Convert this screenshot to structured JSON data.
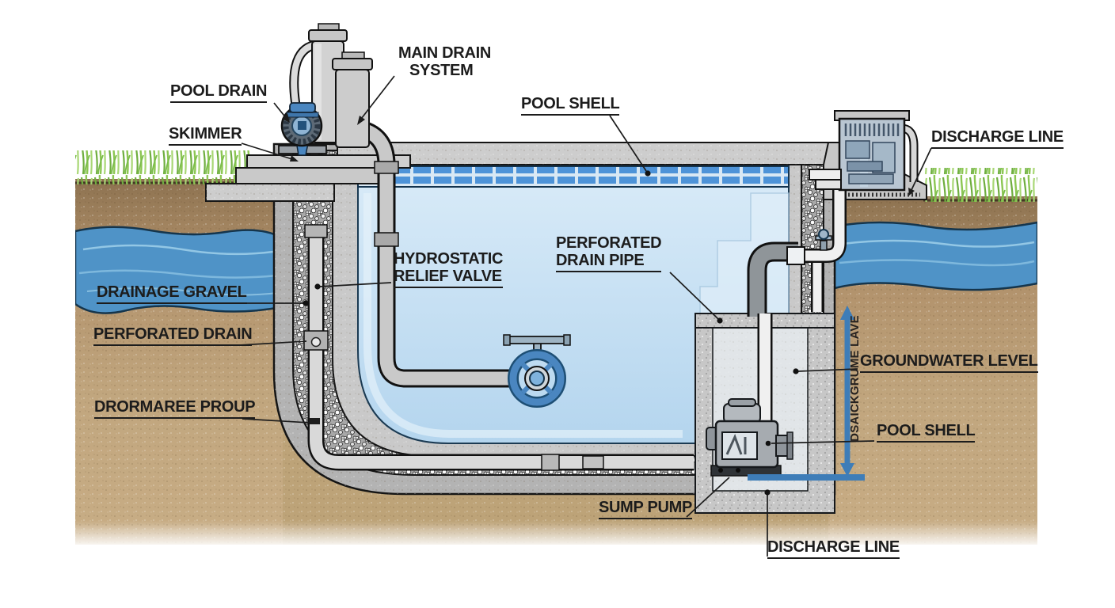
{
  "labels": {
    "pool_drain": "POOL DRAIN",
    "skimmer": "SKIMMER",
    "main_drain_line1": "MAIN DRAIN",
    "main_drain_line2": "SYSTEM",
    "pool_shell_top": "POOL SHELL",
    "discharge_line_top": "DISCHARGE LINE",
    "hydrostatic_line1": "HYDROSTATIC",
    "hydrostatic_line2": "RELIEF VALVE",
    "perforated_pipe_line1": "PERFORATED",
    "perforated_pipe_line2": "DRAIN PIPE",
    "drainage_gravel": "DRAINAGE GRAVEL",
    "perforated_drain": "PERFORATED DRAIN",
    "drainage_group": "DRORMAREE PROUP",
    "groundwater_level": "GROUNDWATER LEVEL",
    "pool_shell_right": "POOL SHELL",
    "vertical_gauge": "DSAICKGRUME LAVE",
    "sump_pump": "SUMP PUMP",
    "discharge_line_bottom": "DISCHARGE LINE"
  },
  "colors": {
    "pool_water": "#c7def1",
    "tile_blue": "#4e93d8",
    "groundwater_blue": "#4f93c7",
    "soil_brown": "#b79a74",
    "grass_green": "#8cc653",
    "deck_gray": "#cdcdcd",
    "pipe_white": "#f0f0f0",
    "pipe_gray": "#c9c9c9",
    "valve_blue": "#4a86c0",
    "arrow_blue": "#3e7db8",
    "label_text": "#1c1c1c"
  }
}
